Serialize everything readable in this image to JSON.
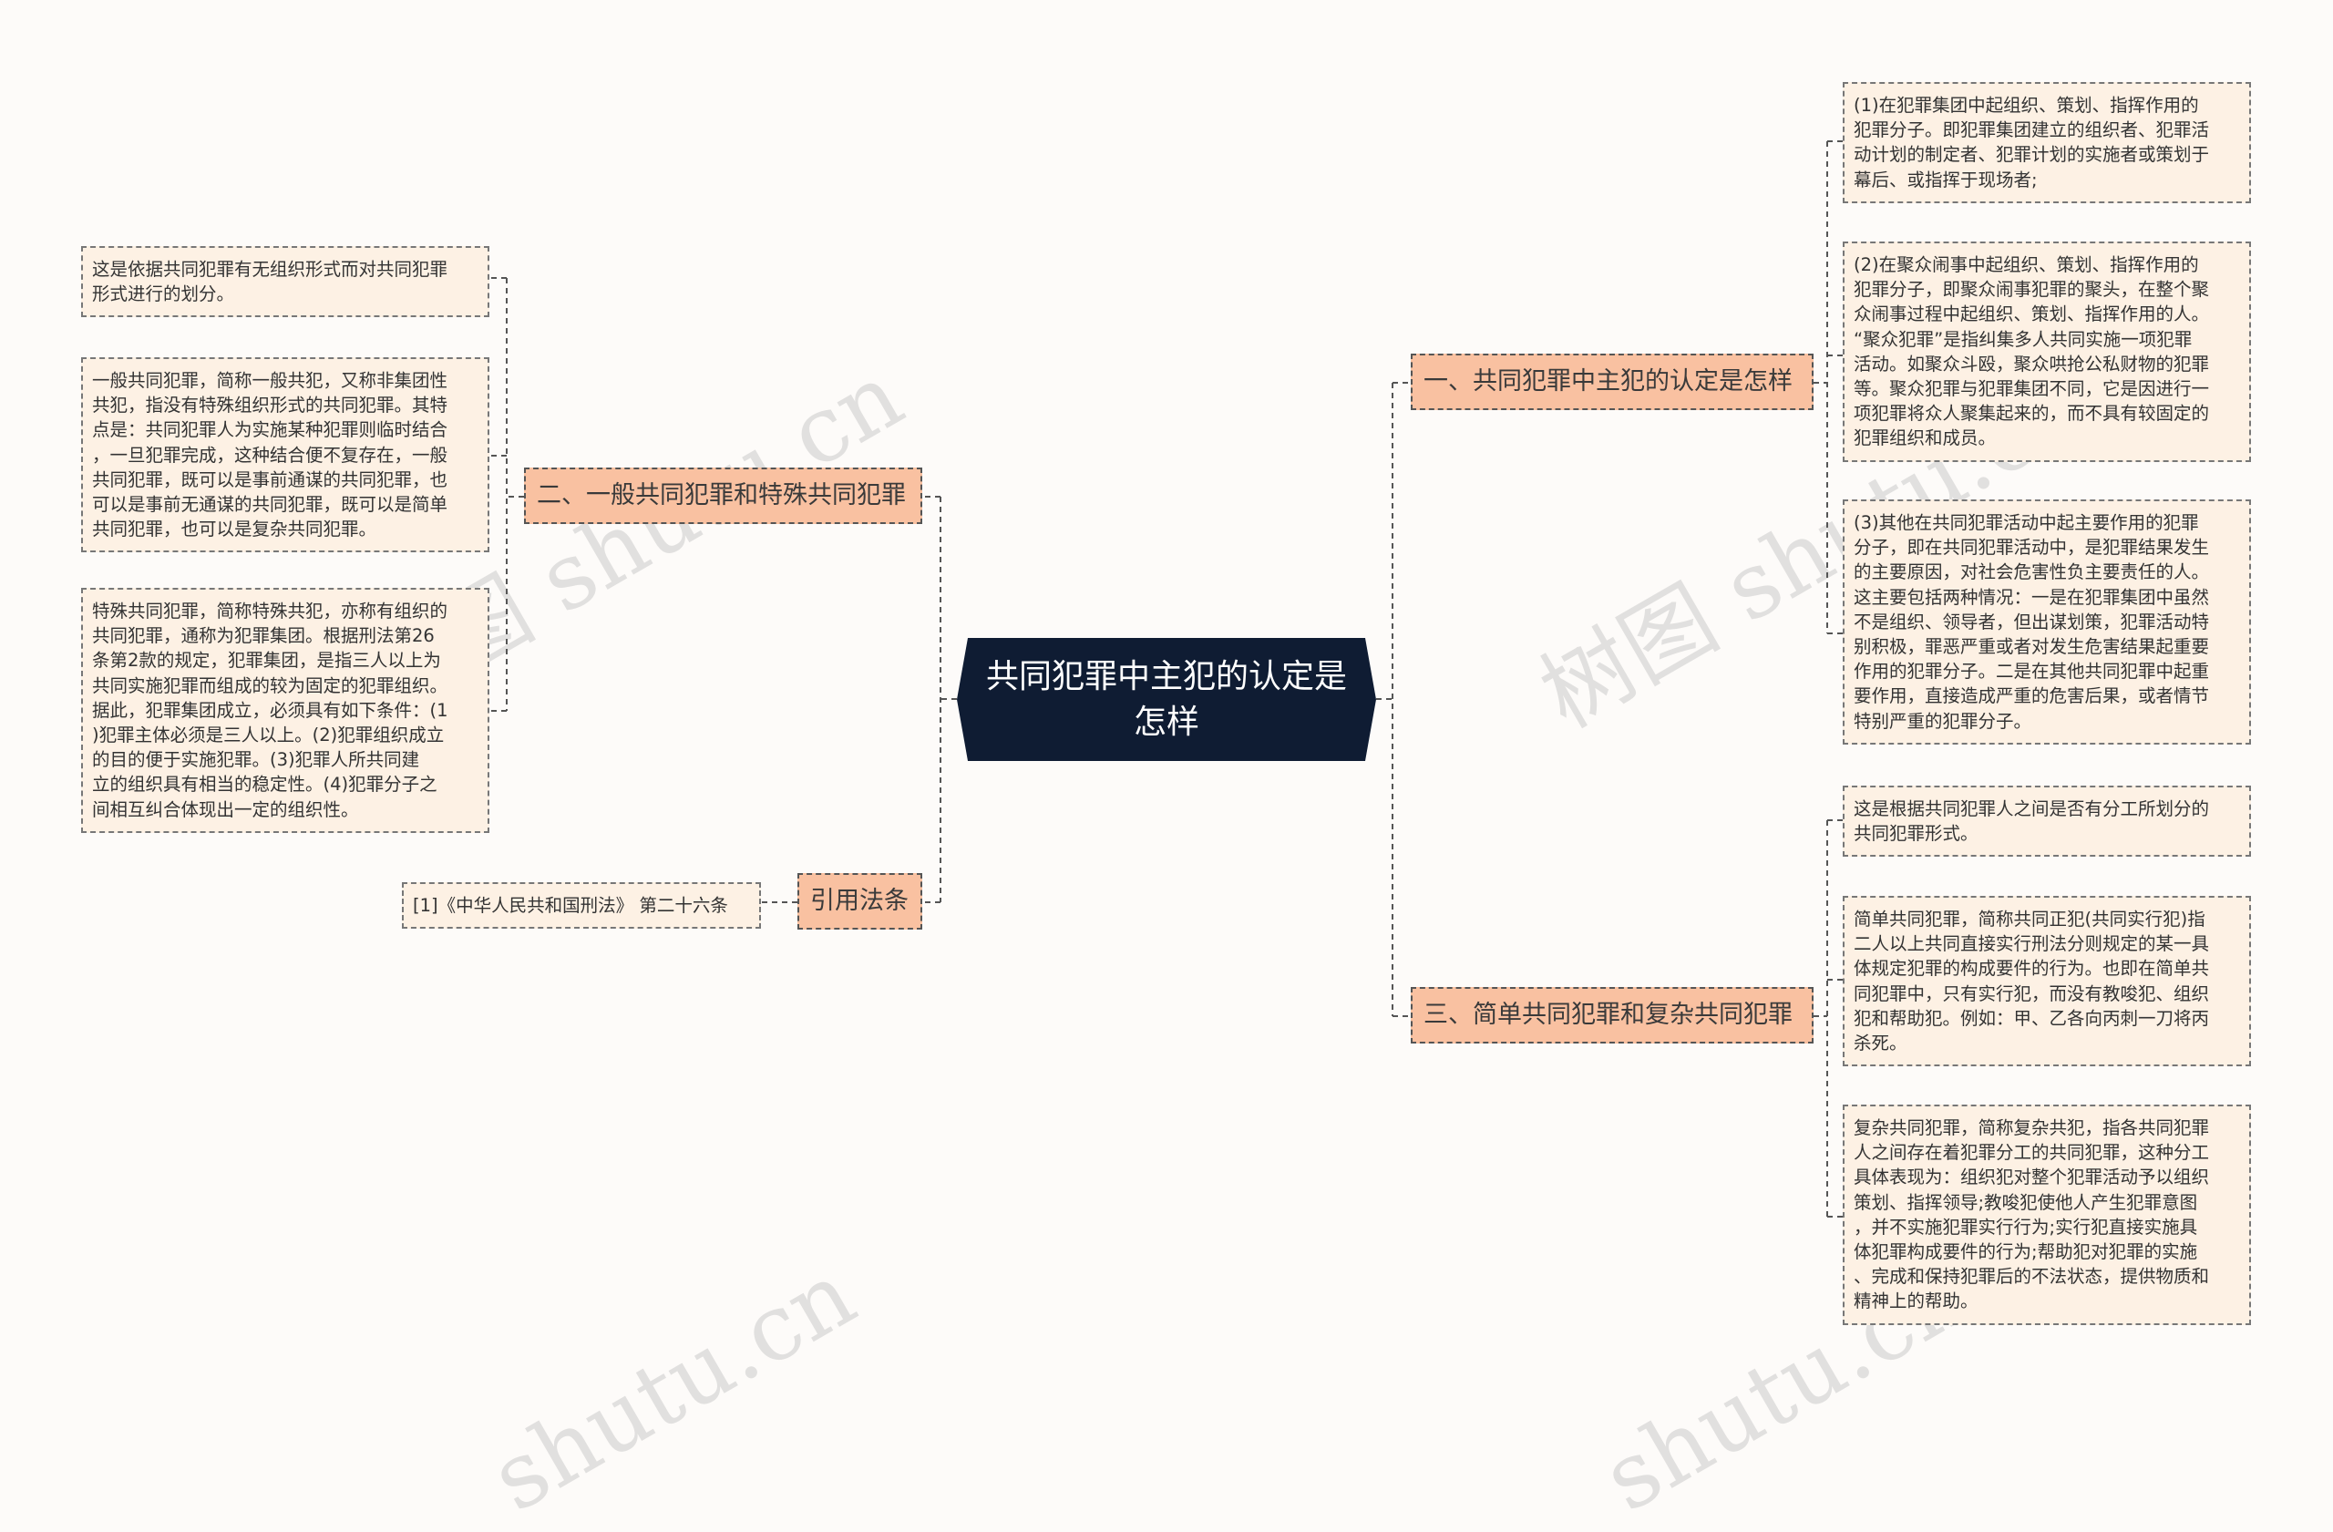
{
  "root": {
    "title": "共同犯罪中主犯的认定是怎样"
  },
  "branches": {
    "b1": "一、共同犯罪中主犯的认定是怎样",
    "b2": "二、一般共同犯罪和特殊共同犯罪",
    "b3": "三、简单共同犯罪和复杂共同犯罪",
    "b4": "引用法条"
  },
  "leaves": {
    "b1_1": "(1)在犯罪集团中起组织、策划、指挥作用的犯罪分子。即犯罪集团建立的组织者、犯罪活动计划的制定者、犯罪计划的实施者或策划于幕后、或指挥于现场者;",
    "b1_2": "(2)在聚众闹事中起组织、策划、指挥作用的犯罪分子，即聚众闹事犯罪的聚头，在整个聚众闹事过程中起组织、策划、指挥作用的人。“聚众犯罪”是指纠集多人共同实施一项犯罪活动。如聚众斗殴，聚众哄抢公私财物的犯罪等。聚众犯罪与犯罪集团不同，它是因进行一项犯罪将众人聚集起来的，而不具有较固定的犯罪组织和成员。",
    "b1_3": "(3)其他在共同犯罪活动中起主要作用的犯罪分子，即在共同犯罪活动中，是犯罪结果发生的主要原因，对社会危害性负主要责任的人。这主要包括两种情况：一是在犯罪集团中虽然不是组织、领导者，但出谋划策，犯罪活动特别积极，罪恶严重或者对发生危害结果起重要作用的犯罪分子。二是在其他共同犯罪中起重要作用，直接造成严重的危害后果，或者情节特别严重的犯罪分子。",
    "b2_1": "这是依据共同犯罪有无组织形式而对共同犯罪形式进行的划分。",
    "b2_2": "一般共同犯罪，简称一般共犯，又称非集团性共犯，指没有特殊组织形式的共同犯罪。其特点是：共同犯罪人为实施某种犯罪则临时结合，一旦犯罪完成，这种结合便不复存在，一般共同犯罪，既可以是事前通谋的共同犯罪，也可以是事前无通谋的共同犯罪，既可以是简单共同犯罪，也可以是复杂共同犯罪。",
    "b2_3": "特殊共同犯罪，简称特殊共犯，亦称有组织的共同犯罪，通称为犯罪集团。根据刑法第26条第2款的规定，犯罪集团，是指三人以上为共同实施犯罪而组成的较为固定的犯罪组织。据此，犯罪集团成立，必须具有如下条件：(1)犯罪主体必须是三人以上。(2)犯罪组织成立的目的便于实施犯罪。(3)犯罪人所共同建立的组织具有相当的稳定性。(4)犯罪分子之间相互纠合体现出一定的组织性。",
    "b3_1": "这是根据共同犯罪人之间是否有分工所划分的共同犯罪形式。",
    "b3_2": "简单共同犯罪，简称共同正犯(共同实行犯)指二人以上共同直接实行刑法分则规定的某一具体规定犯罪的构成要件的行为。也即在简单共同犯罪中，只有实行犯，而没有教唆犯、组织犯和帮助犯。例如：甲、乙各向丙刺一刀将丙杀死。",
    "b3_3": "复杂共同犯罪，简称复杂共犯，指各共同犯罪人之间存在着犯罪分工的共同犯罪，这种分工具体表现为：组织犯对整个犯罪活动予以组织策划、指挥领导;教唆犯使他人产生犯罪意图，并不实施犯罪实行行为;实行犯直接实施具体犯罪构成要件的行为;帮助犯对犯罪的实施、完成和保持犯罪后的不法状态，提供物质和精神上的帮助。",
    "b4_1": "[1]《中华人民共和国刑法》 第二十六条"
  },
  "lines": {
    "b1_1": [
      "(1)在犯罪集团中起组织、策划、指挥作用的",
      "犯罪分子。即犯罪集团建立的组织者、犯罪活",
      "动计划的制定者、犯罪计划的实施者或策划于",
      "幕后、或指挥于现场者;"
    ],
    "b1_2": [
      "(2)在聚众闹事中起组织、策划、指挥作用的",
      "犯罪分子，即聚众闹事犯罪的聚头，在整个聚",
      "众闹事过程中起组织、策划、指挥作用的人。",
      "“聚众犯罪”是指纠集多人共同实施一项犯罪",
      "活动。如聚众斗殴，聚众哄抢公私财物的犯罪",
      "等。聚众犯罪与犯罪集团不同，它是因进行一",
      "项犯罪将众人聚集起来的，而不具有较固定的",
      "犯罪组织和成员。"
    ],
    "b1_3": [
      "(3)其他在共同犯罪活动中起主要作用的犯罪",
      "分子，即在共同犯罪活动中，是犯罪结果发生",
      "的主要原因，对社会危害性负主要责任的人。",
      "这主要包括两种情况：一是在犯罪集团中虽然",
      "不是组织、领导者，但出谋划策，犯罪活动特",
      "别积极，罪恶严重或者对发生危害结果起重要",
      "作用的犯罪分子。二是在其他共同犯罪中起重",
      "要作用，直接造成严重的危害后果，或者情节",
      "特别严重的犯罪分子。"
    ],
    "b2_1": [
      "这是依据共同犯罪有无组织形式而对共同犯罪",
      "形式进行的划分。"
    ],
    "b2_2": [
      "一般共同犯罪，简称一般共犯，又称非集团性",
      "共犯，指没有特殊组织形式的共同犯罪。其特",
      "点是：共同犯罪人为实施某种犯罪则临时结合",
      "，一旦犯罪完成，这种结合便不复存在，一般",
      "共同犯罪，既可以是事前通谋的共同犯罪，也",
      "可以是事前无通谋的共同犯罪，既可以是简单",
      "共同犯罪，也可以是复杂共同犯罪。"
    ],
    "b2_3": [
      "特殊共同犯罪，简称特殊共犯，亦称有组织的",
      "共同犯罪，通称为犯罪集团。根据刑法第26",
      "条第2款的规定，犯罪集团，是指三人以上为",
      "共同实施犯罪而组成的较为固定的犯罪组织。",
      "据此，犯罪集团成立，必须具有如下条件：(1",
      ")犯罪主体必须是三人以上。(2)犯罪组织成立",
      "的目的便于实施犯罪。(3)犯罪人所共同建",
      "立的组织具有相当的稳定性。(4)犯罪分子之",
      "间相互纠合体现出一定的组织性。"
    ],
    "b3_1": [
      "这是根据共同犯罪人之间是否有分工所划分的",
      "共同犯罪形式。"
    ],
    "b3_2": [
      "简单共同犯罪，简称共同正犯(共同实行犯)指",
      "二人以上共同直接实行刑法分则规定的某一具",
      "体规定犯罪的构成要件的行为。也即在简单共",
      "同犯罪中，只有实行犯，而没有教唆犯、组织",
      "犯和帮助犯。例如：甲、乙各向丙刺一刀将丙",
      "杀死。"
    ],
    "b3_3": [
      "复杂共同犯罪，简称复杂共犯，指各共同犯罪",
      "人之间存在着犯罪分工的共同犯罪，这种分工",
      "具体表现为：组织犯对整个犯罪活动予以组织",
      "策划、指挥领导;教唆犯使他人产生犯罪意图",
      "，并不实施犯罪实行行为;实行犯直接实施具",
      "体犯罪构成要件的行为;帮助犯对犯罪的实施",
      "、完成和保持犯罪后的不法状态，提供物质和",
      "精神上的帮助。"
    ]
  },
  "watermarks": [
    "树图 shutu.cn",
    "树图 shutu.cn",
    "shutu.cn",
    "shutu.cn"
  ],
  "colors": {
    "root_bg": "#0f1c33",
    "branch_bg": "#f9c1a1",
    "leaf_bg": "#fdf1e4",
    "background": "#fdfbf9"
  }
}
